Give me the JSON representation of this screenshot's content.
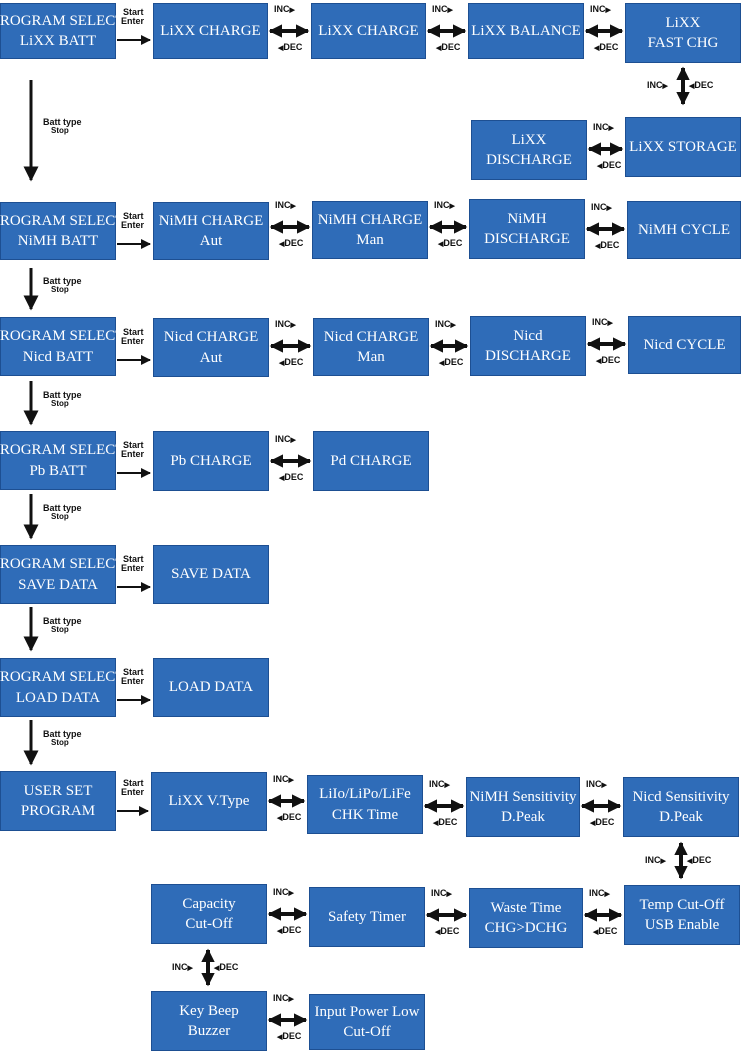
{
  "boxes": {
    "lixx_select": [
      "PROGRAM SELECT",
      "LiXX BATT"
    ],
    "lixx_charge1": [
      "LiXX CHARGE"
    ],
    "lixx_charge2": [
      "LiXX CHARGE"
    ],
    "lixx_balance": [
      "LiXX BALANCE"
    ],
    "lixx_fast": [
      "LiXX",
      "FAST CHG"
    ],
    "lixx_storage": [
      "LiXX STORAGE"
    ],
    "lixx_discharge": [
      "LiXX",
      "DISCHARGE"
    ],
    "nimh_select": [
      "PROGRAM SELECT",
      "NiMH BATT"
    ],
    "nimh_aut": [
      "NiMH CHARGE",
      "Aut"
    ],
    "nimh_man": [
      "NiMH CHARGE",
      "Man"
    ],
    "nimh_discharge": [
      "NiMH",
      "DISCHARGE"
    ],
    "nimh_cycle": [
      "NiMH CYCLE"
    ],
    "nicd_select": [
      "PROGRAM SELECT",
      "Nicd BATT"
    ],
    "nicd_aut": [
      "Nicd CHARGE",
      "Aut"
    ],
    "nicd_man": [
      "Nicd CHARGE",
      "Man"
    ],
    "nicd_discharge": [
      "Nicd",
      "DISCHARGE"
    ],
    "nicd_cycle": [
      "Nicd CYCLE"
    ],
    "pb_select": [
      "PROGRAM SELECT",
      "Pb BATT"
    ],
    "pb_charge": [
      "Pb CHARGE"
    ],
    "pd_charge": [
      "Pd CHARGE"
    ],
    "save_select": [
      "PROGRAM SELECT",
      "SAVE DATA"
    ],
    "save_data": [
      "SAVE DATA"
    ],
    "load_select": [
      "PROGRAM SELECT",
      "LOAD DATA"
    ],
    "load_data": [
      "LOAD DATA"
    ],
    "user_set": [
      "USER SET",
      "PROGRAM"
    ],
    "lixx_vtype": [
      "LiXX V.Type"
    ],
    "chk_time": [
      "LiIo/LiPo/LiFe",
      "CHK Time"
    ],
    "nimh_sens": [
      "NiMH Sensitivity",
      "D.Peak"
    ],
    "nicd_sens": [
      "Nicd Sensitivity",
      "D.Peak"
    ],
    "capacity": [
      "Capacity",
      "Cut-Off"
    ],
    "safety": [
      "Safety Timer"
    ],
    "waste": [
      "Waste Time",
      "CHG>DCHG"
    ],
    "temp": [
      "Temp Cut-Off",
      "USB Enable"
    ],
    "keybeep": [
      "Key Beep",
      "Buzzer"
    ],
    "input_power": [
      "Input Power Low",
      "Cut-Off"
    ]
  },
  "labels": {
    "start": "Start",
    "enter": "Enter",
    "batt_type": "Batt type",
    "stop": "Stop",
    "inc": "INC",
    "dec": "DEC"
  },
  "colors": {
    "box_fill": "#2f6cb8",
    "box_text": "#ffffff",
    "arrow": "#111111"
  }
}
